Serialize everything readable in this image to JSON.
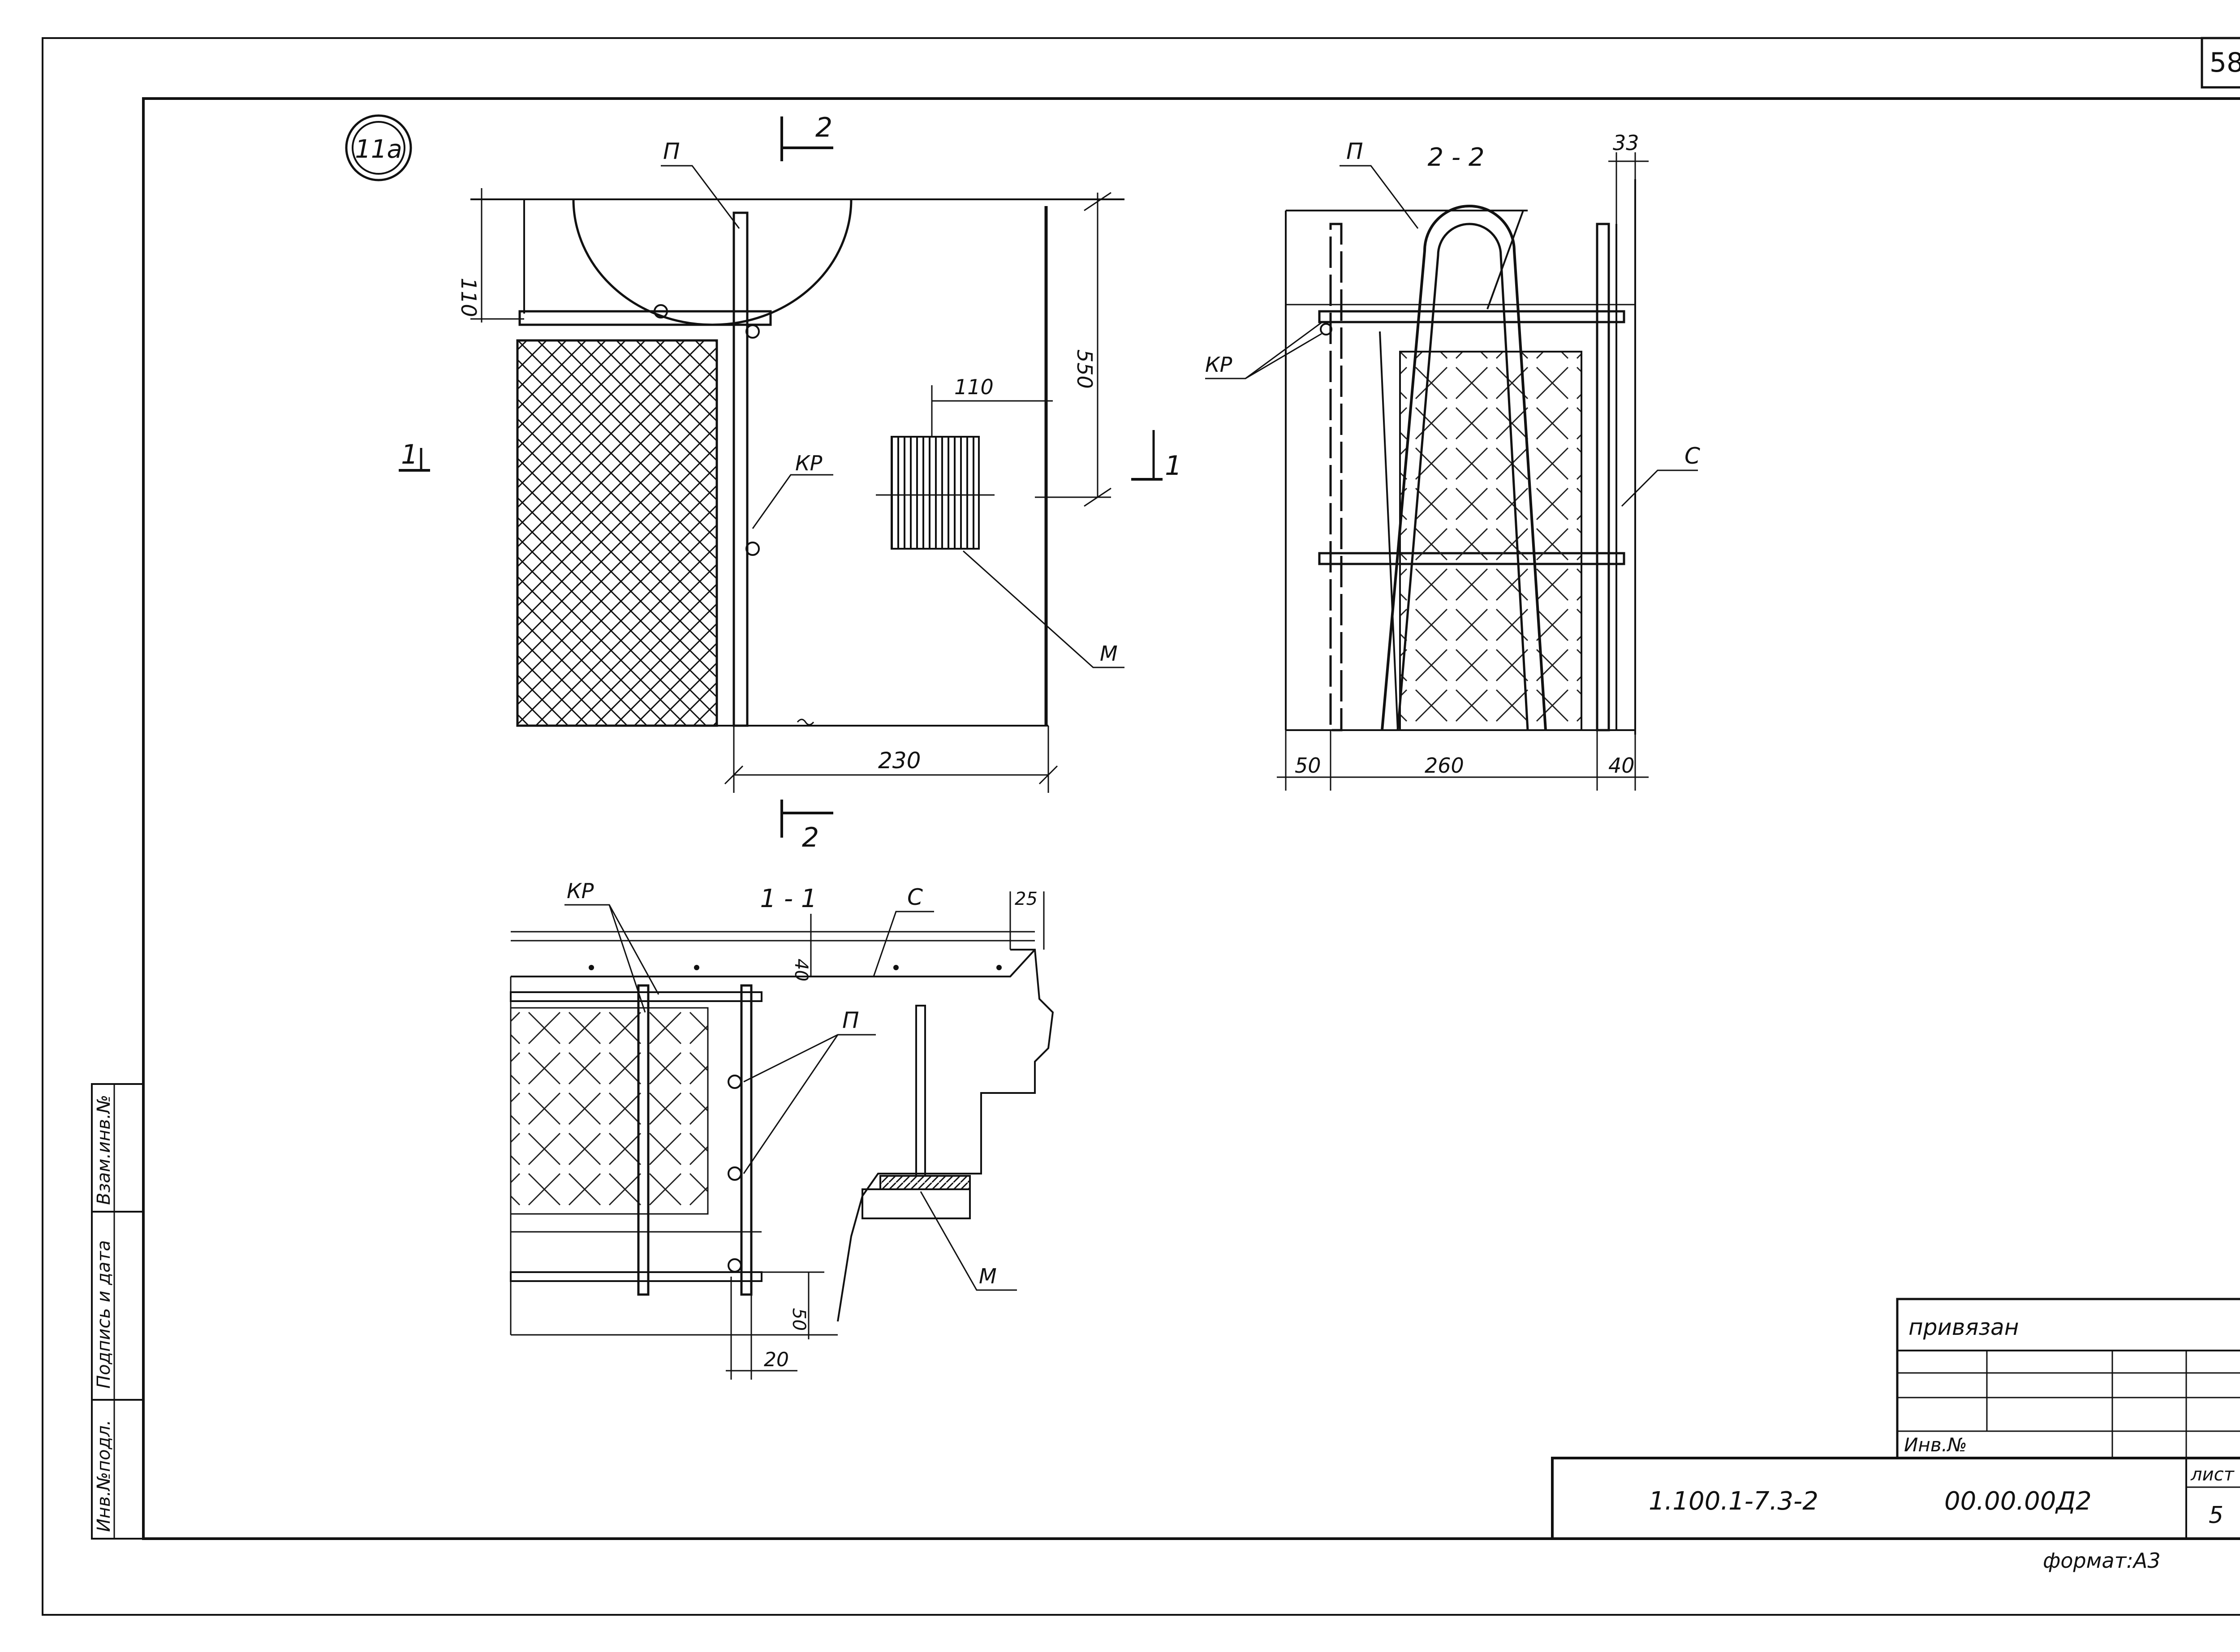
{
  "sheet": {
    "page_number": "58",
    "detail_mark": "11а",
    "format": "формат:А3"
  },
  "view_main": {
    "section_mark_top": "2",
    "section_mark_bottom": "2",
    "section_mark_left": "1",
    "section_mark_right": "1",
    "dims": {
      "d110_vert": "110",
      "d550": "550",
      "d110_horiz": "110",
      "d230": "230"
    },
    "labels": {
      "p": "П",
      "kr": "КР",
      "m": "М"
    }
  },
  "section_2_2": {
    "title": "2 - 2",
    "dims": {
      "d33": "33",
      "d50": "50",
      "d260": "260",
      "d40": "40"
    },
    "labels": {
      "p": "П",
      "kr": "КР",
      "c": "С"
    }
  },
  "section_1_1": {
    "title": "1 - 1",
    "dims": {
      "d25": "25",
      "d40": "40",
      "d50": "50",
      "d20": "20"
    },
    "labels": {
      "kr": "КР",
      "c": "С",
      "p": "П",
      "m": "М"
    }
  },
  "side_stamp": {
    "col1": "Инв.№подл.",
    "col2": "Подпись и дата",
    "col3": "Взам.инв.№"
  },
  "title_block": {
    "attached": "привязан",
    "inv_no": "Инв.№",
    "project_code": "1.100.1-7.3-2",
    "doc_code": "00.00.00Д2",
    "sheet_label": "лист",
    "sheet_number": "5"
  }
}
